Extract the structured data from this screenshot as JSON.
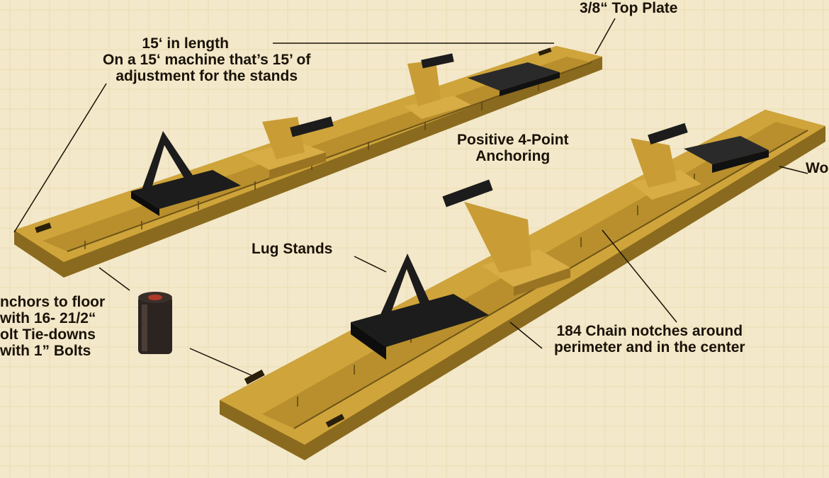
{
  "labels": {
    "top_plate": "3/8“ Top Plate",
    "length_line1": "15‘ in length",
    "length_line2": "On a 15‘ machine that’s 15’ of",
    "length_line3": "adjustment for the stands",
    "anchoring_line1": "Positive 4-Point",
    "anchoring_line2": "Anchoring",
    "work_partial": "Wo",
    "lug_stands": "Lug Stands",
    "chain_line1": "184 Chain notches around",
    "chain_line2": "perimeter and in the center",
    "anchors_line1": "nchors to floor",
    "anchors_line2": "with 16- 21/2“",
    "anchors_line3": "olt Tie-downs",
    "anchors_line4": "with 1” Bolts"
  },
  "colors": {
    "background": "#f3e8c9",
    "rail_top": "#cfa43a",
    "rail_side": "#8a6a1e",
    "stand_black": "#1c1c1c",
    "label_text": "#1a1208"
  }
}
